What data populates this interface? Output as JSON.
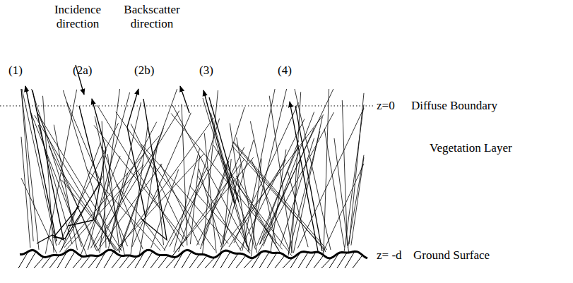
{
  "diagram": {
    "labels": [
      "Incidence direction",
      "Backscatter direction",
      "(1)",
      "(2a)",
      "(2b)",
      "(3)",
      "(4)",
      "z=0",
      "Diffuse Boundary",
      "Vegetation Layer",
      "z= -d",
      "Ground Surface"
    ]
  }
}
